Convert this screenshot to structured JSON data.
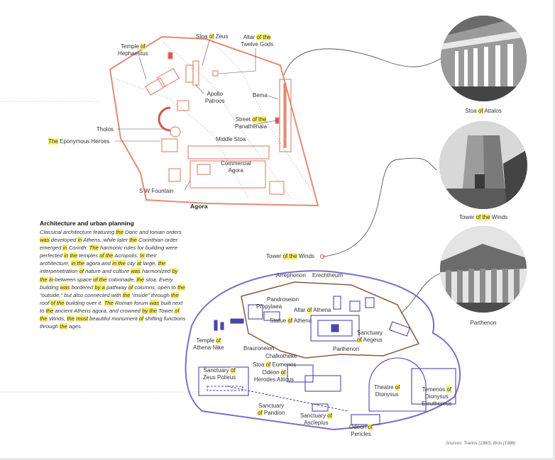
{
  "agora": {
    "title": "Agora",
    "labels": {
      "temple_hephaestus": [
        "Temple ",
        "of",
        "",
        "Hephaestus"
      ],
      "stoa_zeus": [
        "Stoa ",
        "of",
        " Zeus"
      ],
      "altar_twelve_gods": [
        "Altar ",
        "of the",
        "",
        "Twelve Gods"
      ],
      "apollo_patroos": "Apollo\nPatroos",
      "bema": "Bema",
      "street_panathenaia": [
        "Street ",
        "of the",
        "",
        "Panathenaia"
      ],
      "tholos": "Tholos",
      "eponymous_heroes": [
        "The",
        " Eponymous Heroes"
      ],
      "middle_stoa": "Middle Stoa",
      "commercial_agora": "Commercial\nAgora",
      "sw_fountain": "S W Fountain"
    }
  },
  "description": {
    "heading": "Architecture and urban planning",
    "body": [
      [
        "Classical architecture featuring ",
        0
      ],
      [
        "the",
        1
      ],
      [
        " Doric and Ionian orders ",
        0
      ],
      [
        "was",
        1
      ],
      [
        " developed ",
        0
      ],
      [
        "in",
        1
      ],
      [
        " Athens, while later ",
        0
      ],
      [
        "the",
        1
      ],
      [
        " Corinthian order emerged ",
        0
      ],
      [
        "in",
        1
      ],
      [
        " Corinth. ",
        0
      ],
      [
        "The",
        1
      ],
      [
        " harmonic rules for building were perfected ",
        0
      ],
      [
        "in",
        1
      ],
      [
        " ",
        0
      ],
      [
        "the",
        1
      ],
      [
        " temples ",
        0
      ],
      [
        "of the",
        1
      ],
      [
        " Acropolis. ",
        0
      ],
      [
        "In",
        1
      ],
      [
        " their architecture, ",
        0
      ],
      [
        "in the",
        1
      ],
      [
        " agora and ",
        0
      ],
      [
        "in the",
        1
      ],
      [
        " city ",
        0
      ],
      [
        "at",
        1
      ],
      [
        " large, ",
        0
      ],
      [
        "the",
        1
      ],
      [
        " interpenetration ",
        0
      ],
      [
        "of",
        1
      ],
      [
        " nature and culture ",
        0
      ],
      [
        "was",
        1
      ],
      [
        " harmonized ",
        0
      ],
      [
        "by the",
        1
      ],
      [
        " ",
        0
      ],
      [
        "in",
        1
      ],
      [
        "-between space ",
        0
      ],
      [
        "of the",
        1
      ],
      [
        " colonnade, ",
        0
      ],
      [
        "the",
        1
      ],
      [
        " stoa. Every building ",
        0
      ],
      [
        "was",
        1
      ],
      [
        " bordered ",
        0
      ],
      [
        "by a",
        1
      ],
      [
        " pathway ",
        0
      ],
      [
        "of",
        1
      ],
      [
        " columns, open to ",
        0
      ],
      [
        "the",
        1
      ],
      [
        " “outside,” but also connected with ",
        0
      ],
      [
        "the",
        1
      ],
      [
        " “inside” through ",
        0
      ],
      [
        "the",
        1
      ],
      [
        " roof ",
        0
      ],
      [
        "of the",
        1
      ],
      [
        " building over it. ",
        0
      ],
      [
        "The",
        1
      ],
      [
        " Roman forum ",
        0
      ],
      [
        "was",
        1
      ],
      [
        " built next to ",
        0
      ],
      [
        "the",
        1
      ],
      [
        " ancient Athens agora, and crowned ",
        0
      ],
      [
        "by the",
        1
      ],
      [
        " Tower ",
        0
      ],
      [
        "of the",
        1
      ],
      [
        " Winds, ",
        0
      ],
      [
        "the",
        1
      ],
      [
        " ",
        0
      ],
      [
        "most",
        1
      ],
      [
        " beautiful monument ",
        0
      ],
      [
        "of",
        1
      ],
      [
        " shifting functions through ",
        0
      ],
      [
        "the",
        1
      ],
      [
        " ages.",
        0
      ]
    ]
  },
  "acropolis": {
    "labels": {
      "tower_winds": [
        "Tower ",
        "of the",
        " Winds"
      ],
      "arrephorion": "Arrephorion",
      "erechtheum": "Erechtheum",
      "pandroseion": "Pandroseion",
      "propylaea": "Propylaea",
      "altar_athena": [
        "Altar ",
        "of",
        " Athena"
      ],
      "statue_athena": [
        "Statue ",
        "of",
        " Athena"
      ],
      "sanctuary_aegeus": [
        "Sanctuary",
        "",
        "of",
        " Aegeus"
      ],
      "temple_athena_nike": [
        "Temple ",
        "of",
        "",
        "Athena Nike"
      ],
      "brauroneion": "Brauroneion",
      "chalkotheke": "Chalkotheke",
      "parthenon": "Parthenon",
      "stoa_eumenes": [
        "Stoa ",
        "of",
        " Eumenes"
      ],
      "odeon_herodes": [
        "Odeon ",
        "of",
        "",
        "Herodes Atticus"
      ],
      "sanctuary_zeus": [
        "Sanctuary ",
        "of",
        "",
        "Zeus Polieus"
      ],
      "theatre_dionysus": [
        "Theatre ",
        "of",
        "",
        "Dionysus"
      ],
      "temenos_dionysus": [
        "Temenos ",
        "of",
        "",
        "Dionysus",
        "Eleuthereus"
      ],
      "sanctuary_pandion": [
        "Sanctuary",
        "",
        "of",
        " Pandion"
      ],
      "sanctuary_asclepius": [
        "Sanctuary ",
        "of",
        "",
        "Asclepius"
      ],
      "odeon_pericles": [
        "Odeon ",
        "of",
        "",
        "Pericles"
      ]
    }
  },
  "photos": [
    {
      "name": "stoa-of-attalos",
      "caption": [
        "Stoa ",
        "of",
        " Attalos"
      ]
    },
    {
      "name": "tower-of-the-winds",
      "caption": [
        "Tower ",
        "of the",
        " Winds"
      ]
    },
    {
      "name": "parthenon",
      "caption": [
        "Parthenon"
      ]
    }
  ],
  "sources": "Sources: Travlos (1960), Brüs (1988)",
  "colors": {
    "agora": "#e08c75",
    "acropolis": "#7a6fc4",
    "rock": "#8a5a3c",
    "highlight": "#f7f16a"
  }
}
